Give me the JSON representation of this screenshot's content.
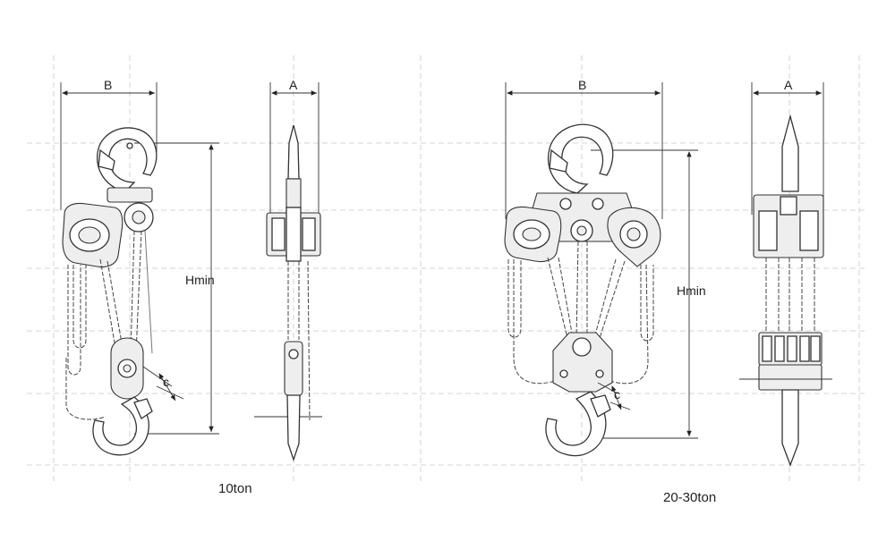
{
  "drawings": {
    "ten_ton": {
      "front": {
        "dim_b": "B",
        "dim_h": "Hmin",
        "dim_c": "c"
      },
      "side": {
        "dim_a": "A"
      },
      "caption": "10ton"
    },
    "twenty_thirty_ton": {
      "front": {
        "dim_b": "B",
        "dim_h": "Hmin",
        "dim_c": "c"
      },
      "side": {
        "dim_a": "A"
      },
      "caption": "20-30ton"
    }
  },
  "colors": {
    "line": "#333333",
    "construction": "#c8c8c8",
    "fill": "#ffffff"
  }
}
